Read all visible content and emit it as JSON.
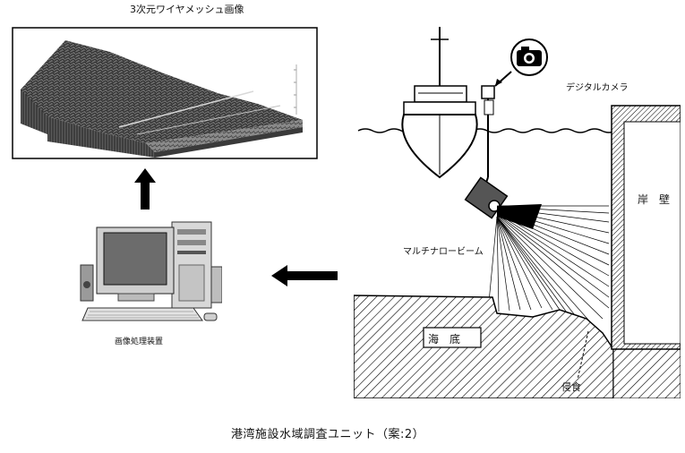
{
  "top_title": "3次元ワイヤメッシュ画像",
  "computer_caption": "画像処理装置",
  "camera_label": "デジタルカメラ",
  "beam_label": "マルチナロービーム",
  "seabed_label": "海　底",
  "wall_label": "岸　壁",
  "erosion_label": "侵食",
  "bottom_caption": "港湾施設水域調査ユニット（案:2）"
}
